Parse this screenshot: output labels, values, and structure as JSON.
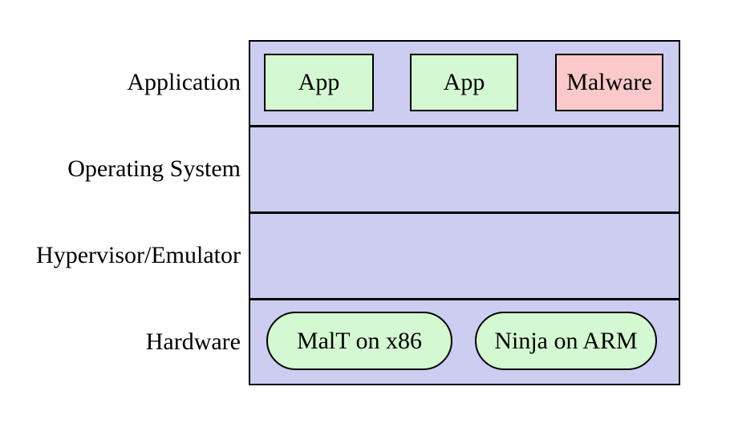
{
  "colors": {
    "layer_bg": "#cdcdf2",
    "box_green": "#d4f8d2",
    "box_red": "#fbc9c9",
    "border": "#000000"
  },
  "layers": [
    {
      "label": "Application"
    },
    {
      "label": "Operating System"
    },
    {
      "label": "Hypervisor/Emulator"
    },
    {
      "label": "Hardware"
    }
  ],
  "application_layer": {
    "boxes": [
      {
        "label": "App",
        "type": "app"
      },
      {
        "label": "App",
        "type": "app"
      },
      {
        "label": "Malware",
        "type": "malware"
      }
    ]
  },
  "hardware_layer": {
    "pills": [
      {
        "label": "MalT on x86"
      },
      {
        "label": "Ninja on ARM"
      }
    ]
  }
}
